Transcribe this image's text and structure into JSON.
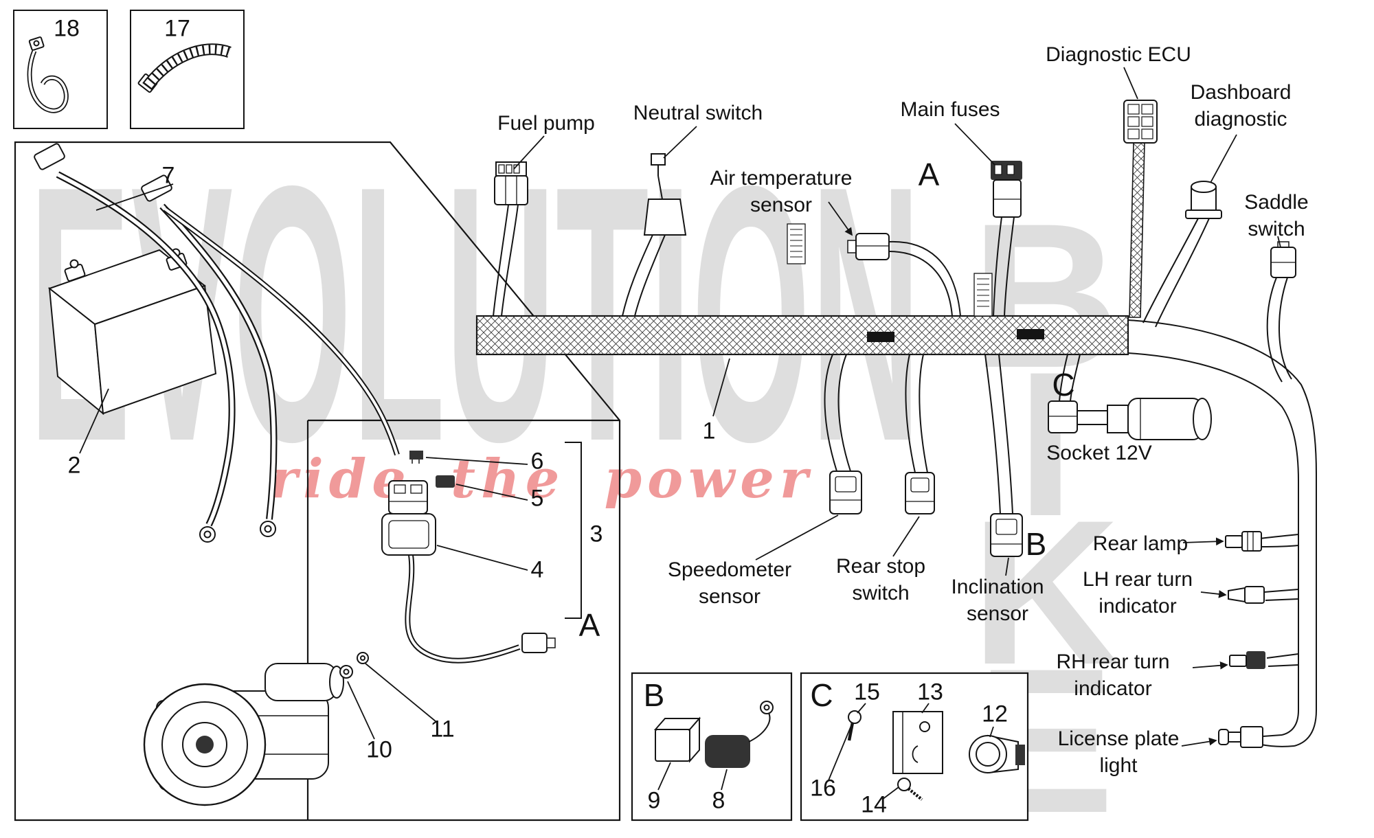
{
  "watermark": {
    "word": "EVOLUTION",
    "stacked": "B\nI\nK\nE",
    "tagline": "ride the power"
  },
  "labels": {
    "fuel_pump": "Fuel pump",
    "neutral_switch": "Neutral switch",
    "air_temperature_sensor": "Air temperature\nsensor",
    "main_fuses": "Main fuses",
    "diagnostic_ecu": "Diagnostic ECU",
    "dashboard_diagnostic": "Dashboard\ndiagnostic",
    "saddle_switch": "Saddle\nswitch",
    "socket_12v": "Socket 12V",
    "speedometer_sensor": "Speedometer\nsensor",
    "rear_stop_switch": "Rear stop\nswitch",
    "inclination_sensor": "Inclination\nsensor",
    "rear_lamp": "Rear lamp",
    "lh_rear_turn_indicator": "LH rear turn\nindicator",
    "rh_rear_turn_indicator": "RH rear turn\nindicator",
    "license_plate_light": "License plate\nlight"
  },
  "callouts": {
    "c1": "1",
    "c2": "2",
    "c3": "3",
    "c4": "4",
    "c5": "5",
    "c6": "6",
    "c7": "7",
    "c8": "8",
    "c9": "9",
    "c10": "10",
    "c11": "11",
    "c12": "12",
    "c13": "13",
    "c14": "14",
    "c15": "15",
    "c16": "16",
    "c17": "17",
    "c18": "18"
  },
  "sections": {
    "a": "A",
    "b": "B",
    "c": "C"
  },
  "colors": {
    "line": "#141414",
    "watermark_gray": "#dedede",
    "tagline_red": "#f09a9a",
    "background": "#ffffff"
  }
}
